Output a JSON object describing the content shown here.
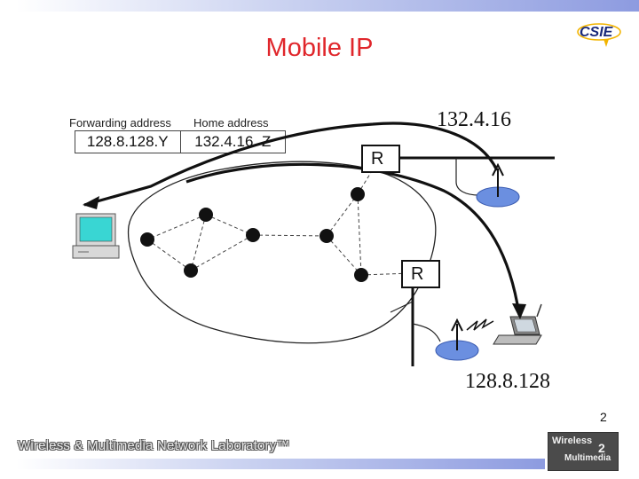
{
  "title": "Mobile IP",
  "table": {
    "forwarding_header": "Forwarding address",
    "home_header": "Home address",
    "forwarding_value": "128.8.128.Y",
    "home_value": "132.4.16. Z"
  },
  "networks": {
    "home": "132.4.16",
    "foreign": "128.8.128"
  },
  "routers": {
    "home_router": "R",
    "foreign_router": "R"
  },
  "page_number": "2",
  "footer": "Wireless & Multimedia Network Laboratory™",
  "logo": {
    "text": "CSIE",
    "icon": "csie-logo-icon"
  },
  "lab_logo": {
    "line1": "Wireless",
    "sup": "2",
    "line2": "Multimedia",
    "icon": "wireless-multimedia-logo-icon"
  },
  "colors": {
    "title": "#e0262b",
    "bar": "#8d9be0",
    "ap": "#6b8fe0"
  }
}
